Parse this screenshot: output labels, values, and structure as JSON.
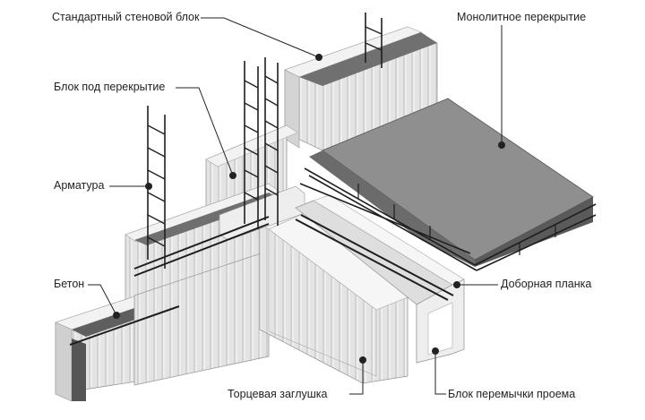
{
  "diagram": {
    "labels": {
      "standard_block": "Стандартный стеновой блок",
      "floor_block": "Блок под перекрытие",
      "rebar": "Арматура",
      "concrete": "Бетон",
      "monolithic_slab": "Монолитное перекрытие",
      "extra_strip": "Доборная планка",
      "end_cap": "Торцевая заглушка",
      "lintel_block": "Блок перемычки проема"
    },
    "colors": {
      "block_face": "#e6e6e6",
      "block_side": "#d4d4d4",
      "block_top": "#f2f2f2",
      "concrete": "#8a8a8a",
      "slab_top": "#8f8f8f",
      "slab_edge": "#5a5a5a",
      "rebar": "#222222",
      "leader": "#222222"
    }
  }
}
